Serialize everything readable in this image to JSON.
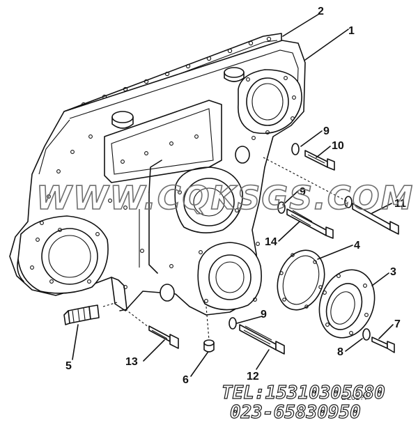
{
  "diagram": {
    "callouts": [
      {
        "id": "c1",
        "text": "1"
      },
      {
        "id": "c2",
        "text": "2"
      },
      {
        "id": "c3",
        "text": "3"
      },
      {
        "id": "c4",
        "text": "4"
      },
      {
        "id": "c5",
        "text": "5"
      },
      {
        "id": "c6",
        "text": "6"
      },
      {
        "id": "c7",
        "text": "7"
      },
      {
        "id": "c8",
        "text": "8"
      },
      {
        "id": "c9a",
        "text": "9"
      },
      {
        "id": "c9b",
        "text": "9"
      },
      {
        "id": "c9c",
        "text": "9"
      },
      {
        "id": "c10",
        "text": "10"
      },
      {
        "id": "c11",
        "text": "11"
      },
      {
        "id": "c12",
        "text": "12"
      },
      {
        "id": "c13",
        "text": "13"
      },
      {
        "id": "c14",
        "text": "14"
      }
    ],
    "figure_code": "D201?7"
  },
  "watermark": {
    "site": "WWW.CQKSGS.COM",
    "tel": "TEL:15310305680",
    "phone": "023-65830950"
  }
}
